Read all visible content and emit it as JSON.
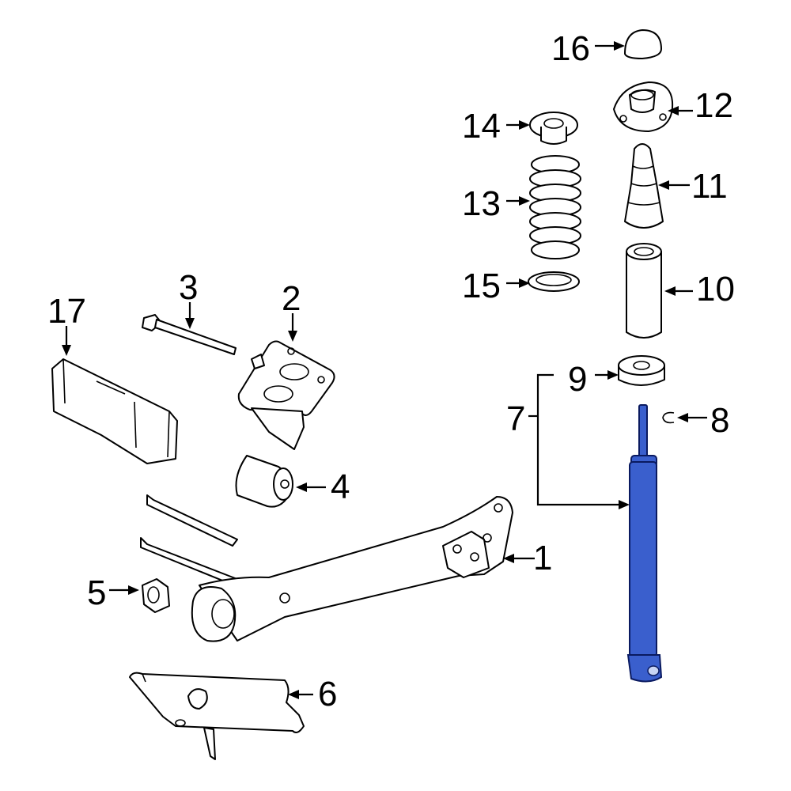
{
  "diagram": {
    "highlight_color": "#3a5fcd",
    "callouts": {
      "c1": "1",
      "c2": "2",
      "c3": "3",
      "c4": "4",
      "c5": "5",
      "c6": "6",
      "c7": "7",
      "c8": "8",
      "c9": "9",
      "c10": "10",
      "c11": "11",
      "c12": "12",
      "c13": "13",
      "c14": "14",
      "c15": "15",
      "c16": "16",
      "c17": "17"
    }
  }
}
